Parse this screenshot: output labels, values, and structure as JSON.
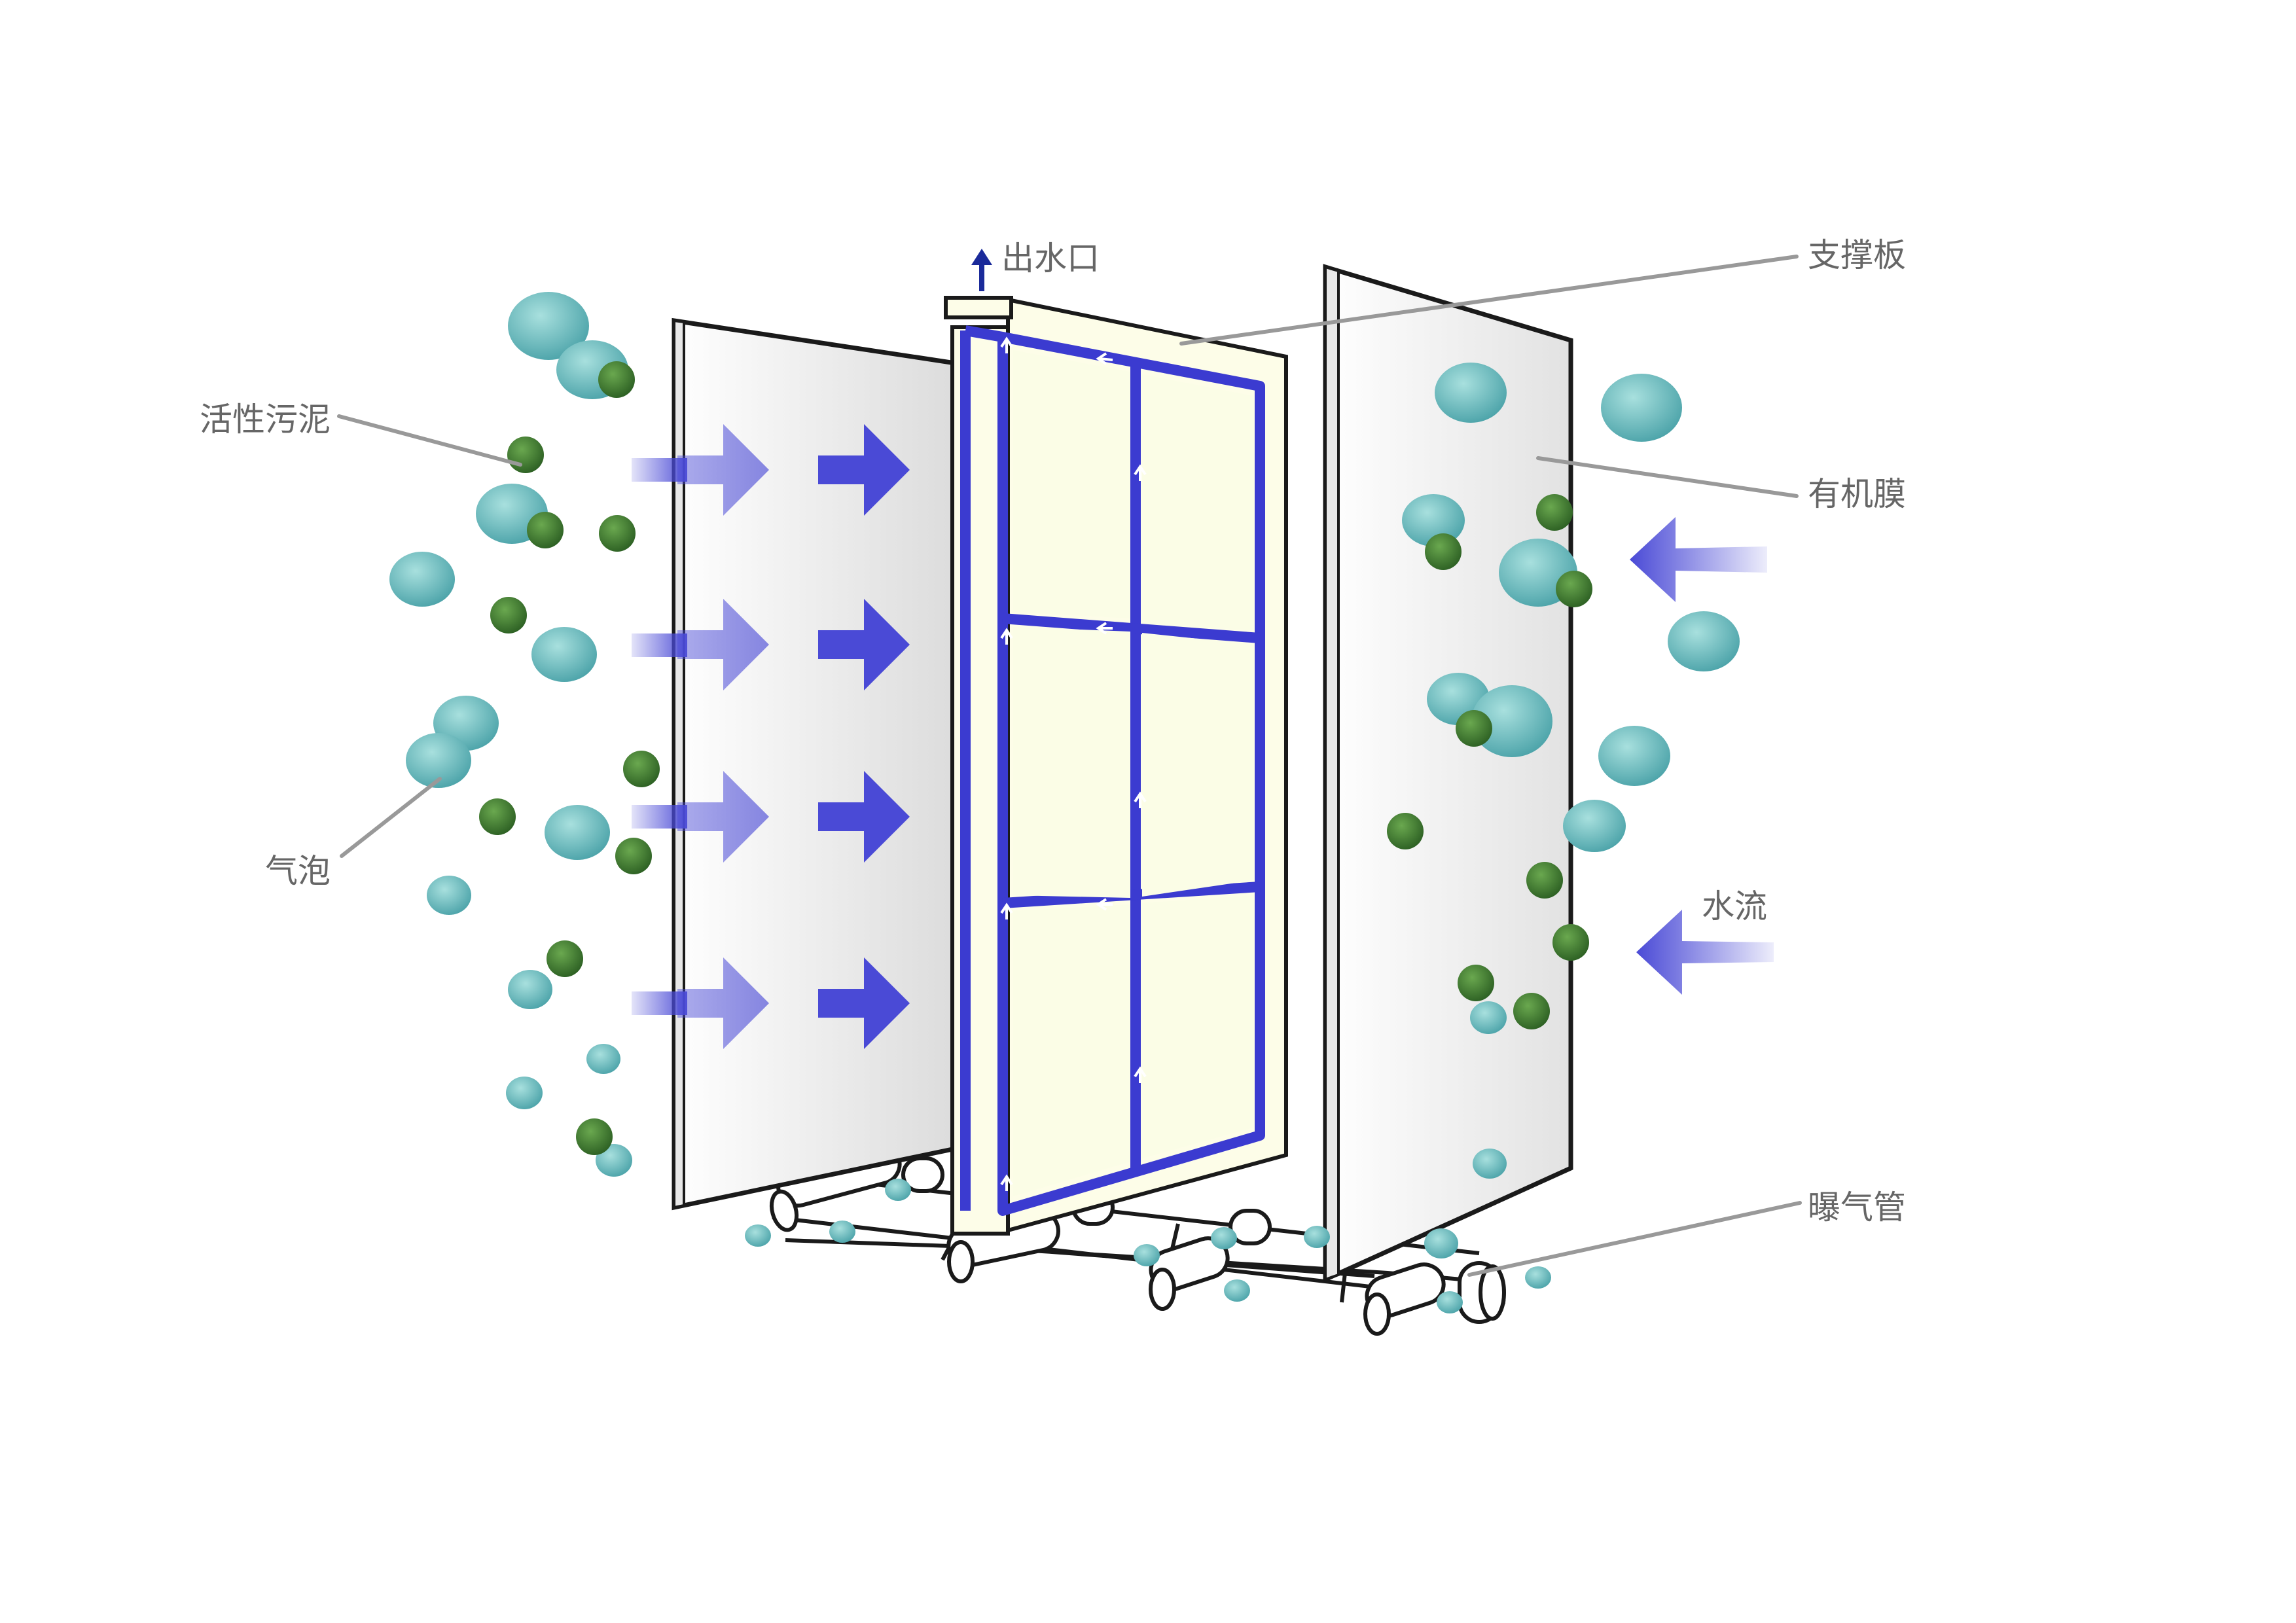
{
  "labels": {
    "outlet": "出水口",
    "support_plate": "支撑板",
    "activated_sludge": "活性污泥",
    "organic_membrane": "有机膜",
    "bubble": "气泡",
    "water_flow": "水流",
    "aeration_pipe": "曝气管"
  },
  "colors": {
    "label_text": "#666666",
    "leader_line": "#999999",
    "arrow_blue": "#4a4ad6",
    "frame_blue": "#3b3bd0",
    "frame_fill": "#fdfde8",
    "bubble_teal": "#6fc2c2",
    "sludge_green": "#3f7a32",
    "outlet_arrow": "#1a2a9a"
  }
}
